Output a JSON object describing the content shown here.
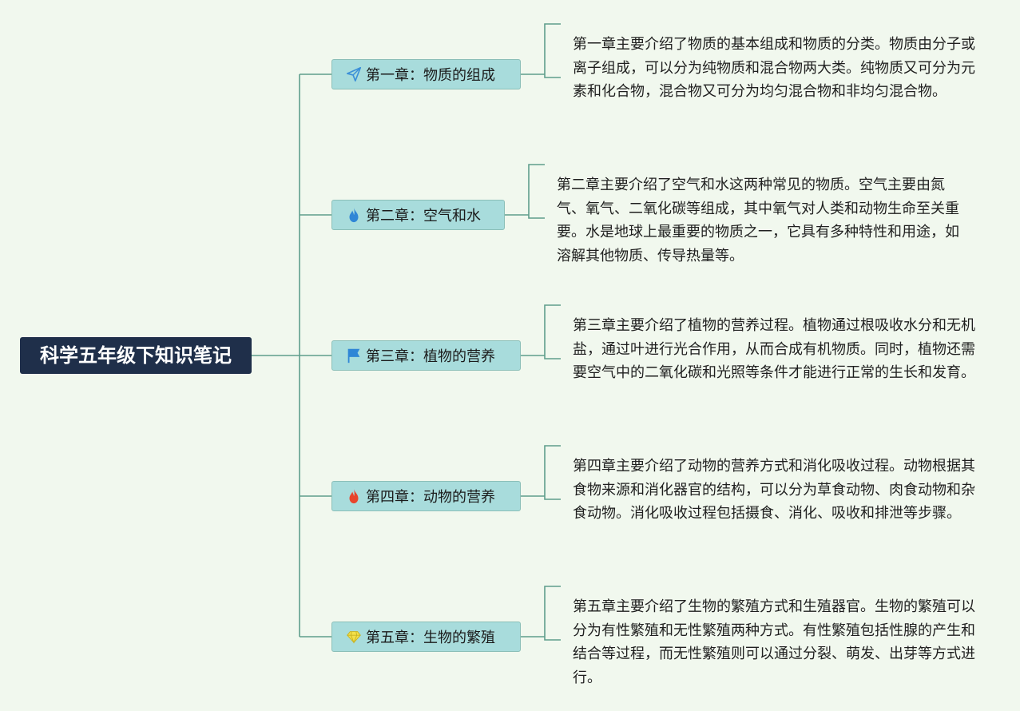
{
  "root": {
    "title": "科学五年级下知识笔记"
  },
  "chapters": [
    {
      "label": "第一章：物质的组成",
      "icon": "paper-plane-icon",
      "desc": "第一章主要介绍了物质的基本组成和物质的分类。物质由分子或离子组成，可以分为纯物质和混合物两大类。纯物质又可分为元素和化合物，混合物又可分为均匀混合物和非均匀混合物。"
    },
    {
      "label": "第二章：空气和水",
      "icon": "flame-blue-icon",
      "desc": "第二章主要介绍了空气和水这两种常见的物质。空气主要由氮气、氧气、二氧化碳等组成，其中氧气对人类和动物生命至关重要。水是地球上最重要的物质之一，它具有多种特性和用途，如溶解其他物质、传导热量等。"
    },
    {
      "label": "第三章：植物的营养",
      "icon": "flag-icon",
      "desc": "第三章主要介绍了植物的营养过程。植物通过根吸收水分和无机盐，通过叶进行光合作用，从而合成有机物质。同时，植物还需要空气中的二氧化碳和光照等条件才能进行正常的生长和发育。"
    },
    {
      "label": "第四章：动物的营养",
      "icon": "flame-red-icon",
      "desc": "第四章主要介绍了动物的营养方式和消化吸收过程。动物根据其食物来源和消化器官的结构，可以分为草食动物、肉食动物和杂食动物。消化吸收过程包括摄食、消化、吸收和排泄等步骤。"
    },
    {
      "label": "第五章：生物的繁殖",
      "icon": "diamond-icon",
      "desc": "第五章主要介绍了生物的繁殖方式和生殖器官。生物的繁殖可以分为有性繁殖和无性繁殖两种方式。有性繁殖包括性腺的产生和结合等过程，而无性繁殖则可以通过分裂、萌发、出芽等方式进行。"
    }
  ],
  "colors": {
    "line": "#5f9e8c",
    "root_bg": "#1f2f4a",
    "node_bg": "#a8dcdc",
    "background": "#f1f8ee"
  }
}
